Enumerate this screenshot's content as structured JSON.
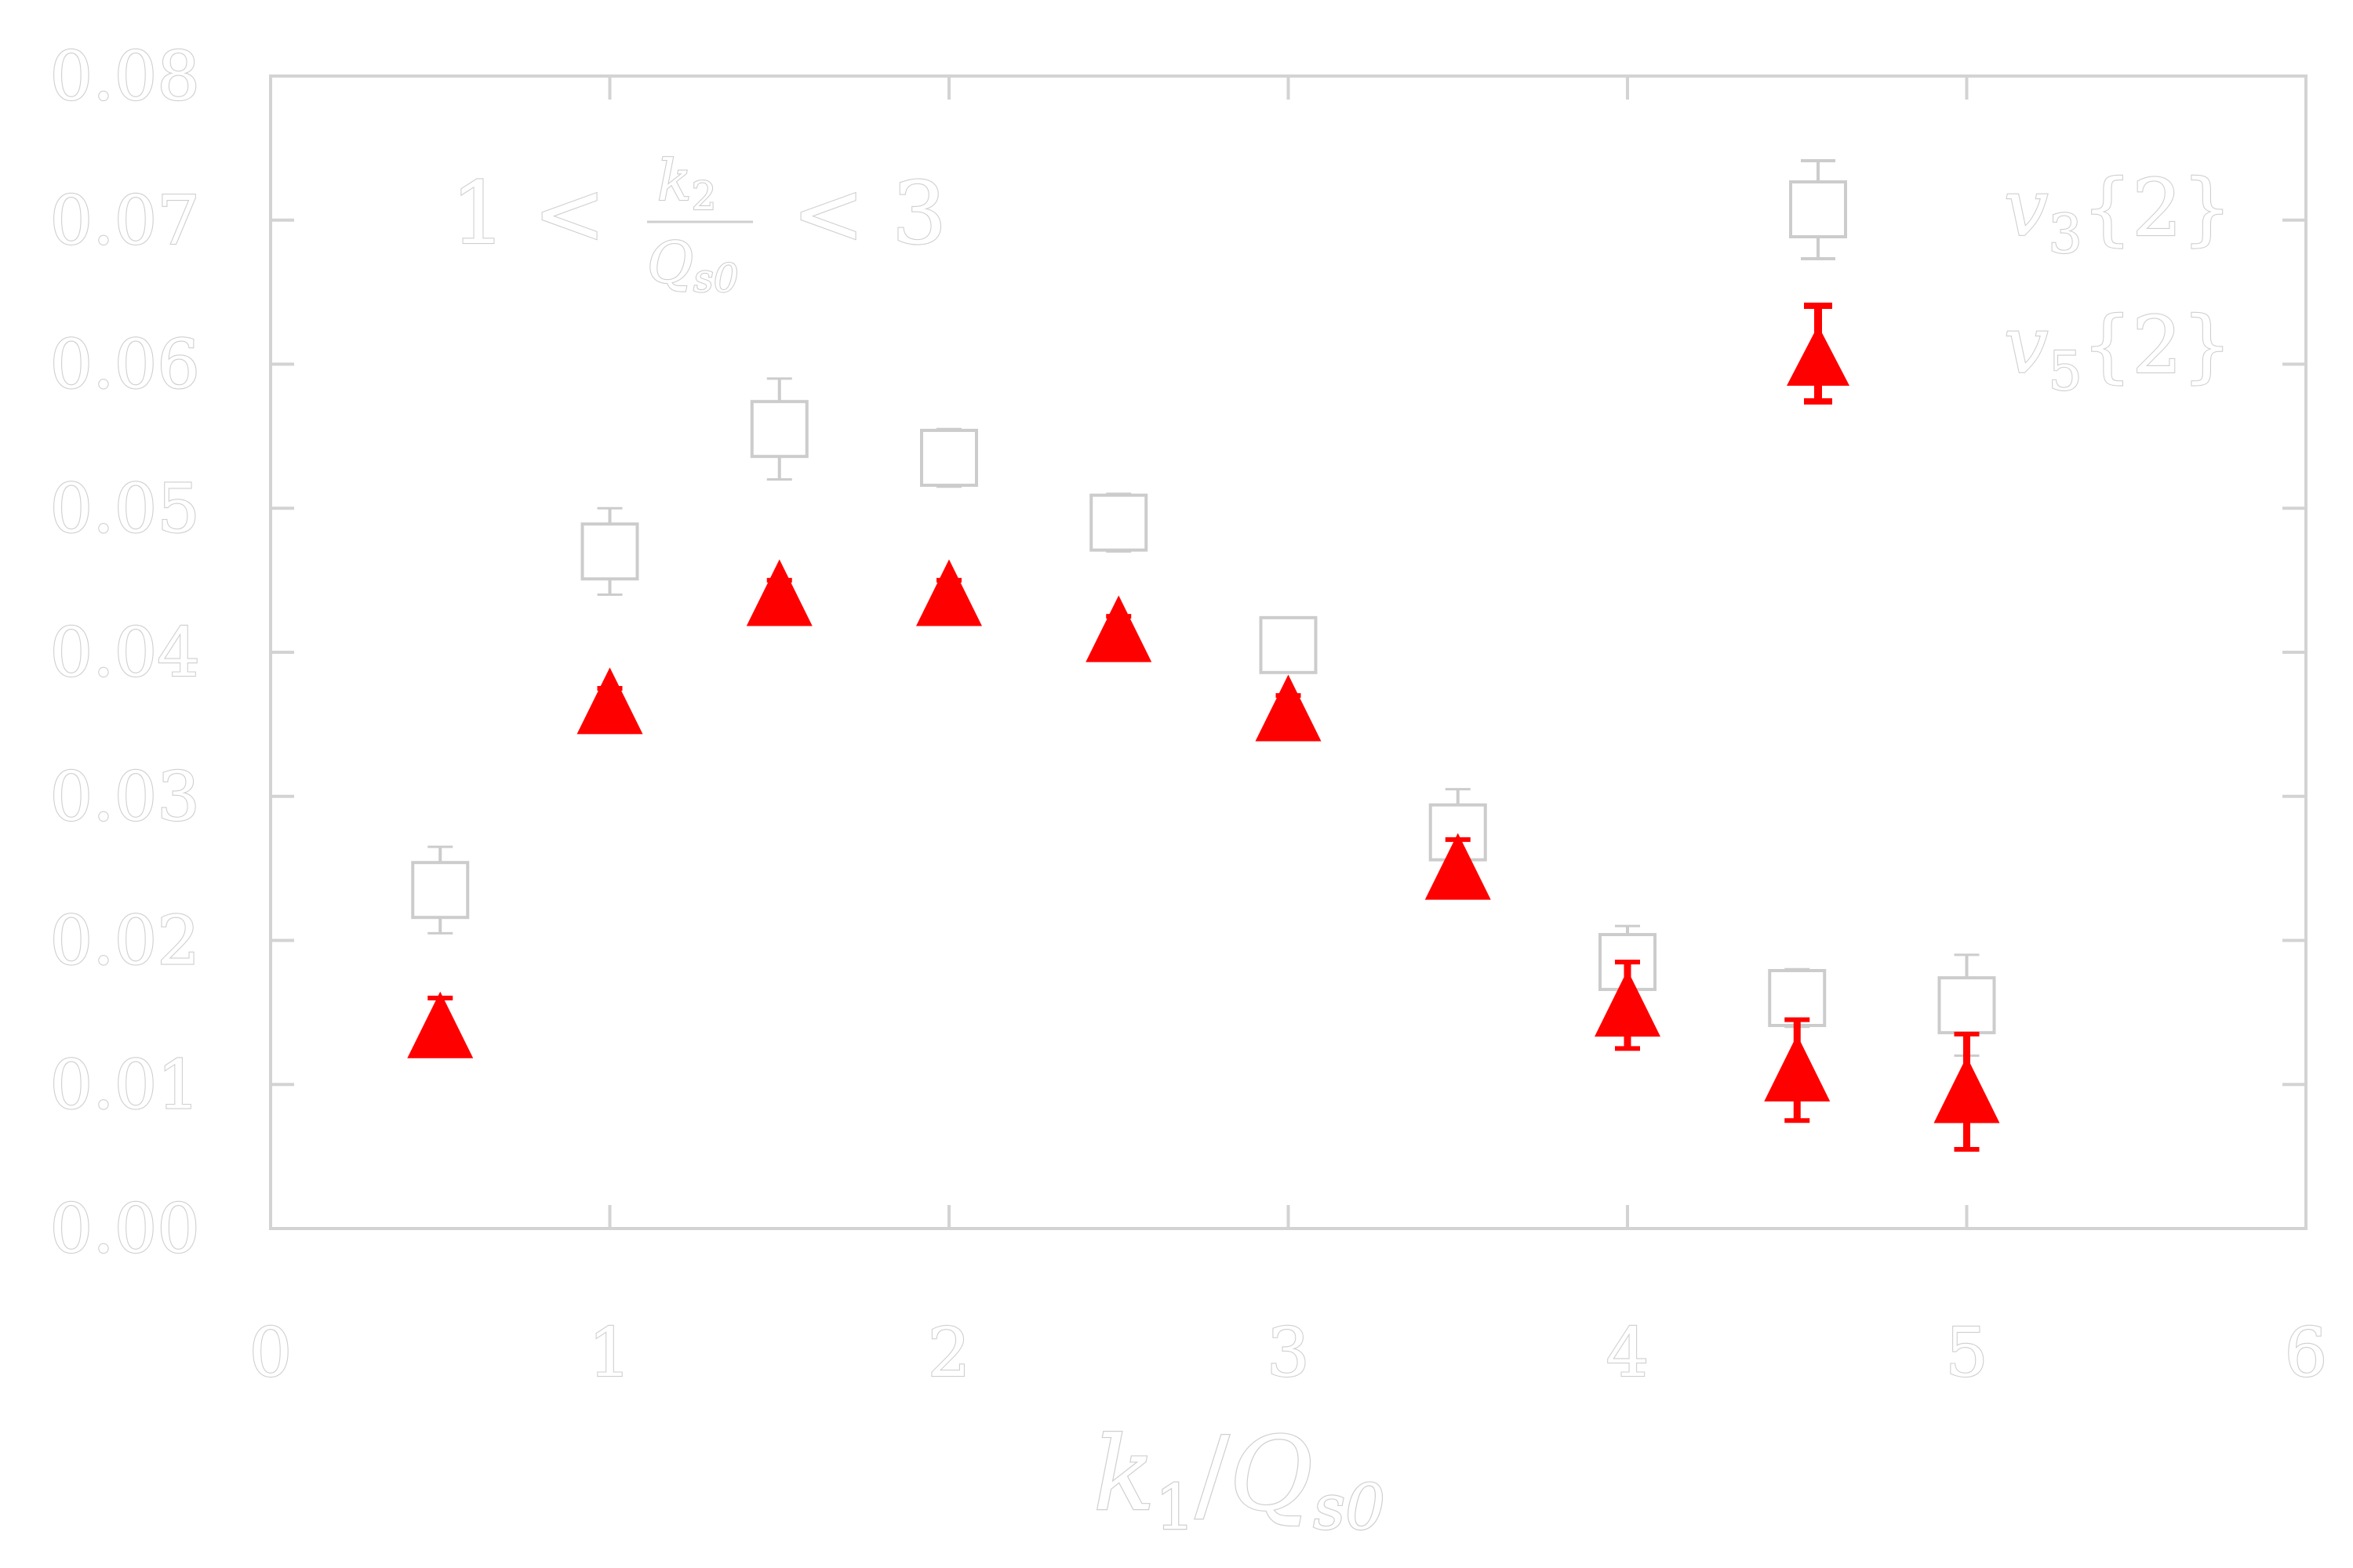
{
  "chart_data": {
    "type": "scatter",
    "title": "",
    "xlabel": "k_1/Q_s0",
    "ylabel": "",
    "xlim": [
      0,
      6
    ],
    "ylim": [
      0,
      0.08
    ],
    "x_ticks": [
      "0",
      "1",
      "2",
      "3",
      "4",
      "5",
      "6"
    ],
    "y_ticks": [
      "0.00",
      "0.01",
      "0.02",
      "0.03",
      "0.04",
      "0.05",
      "0.06",
      "0.07",
      "0.08"
    ],
    "annotation": "1 < k_2 / Q_s0 < 3",
    "legend_position": "top-right",
    "grid": false,
    "series": [
      {
        "name": "v_3{2}",
        "marker": "open-square",
        "color": "#ffffff",
        "edge_color": "#cccccc",
        "x": [
          0.5,
          1.0,
          1.5,
          2.0,
          2.5,
          3.0,
          3.5,
          4.0,
          4.5,
          5.0
        ],
        "y": [
          0.0235,
          0.047,
          0.0555,
          0.0535,
          0.049,
          0.0405,
          0.0275,
          0.0185,
          0.016,
          0.0155
        ],
        "yerr": [
          0.003,
          0.003,
          0.0035,
          0.002,
          0.002,
          0.0015,
          0.003,
          0.0025,
          0.002,
          0.0035
        ]
      },
      {
        "name": "v_5{2}",
        "marker": "filled-triangle",
        "color": "#ff0000",
        "x": [
          0.5,
          1.0,
          1.5,
          2.0,
          2.5,
          3.0,
          3.5,
          4.0,
          4.5,
          5.0
        ],
        "y": [
          0.014,
          0.0365,
          0.044,
          0.044,
          0.0415,
          0.036,
          0.025,
          0.0155,
          0.011,
          0.0095
        ],
        "yerr": [
          0.002,
          0.001,
          0.001,
          0.001,
          0.001,
          0.001,
          0.002,
          0.003,
          0.0035,
          0.004
        ]
      }
    ]
  }
}
